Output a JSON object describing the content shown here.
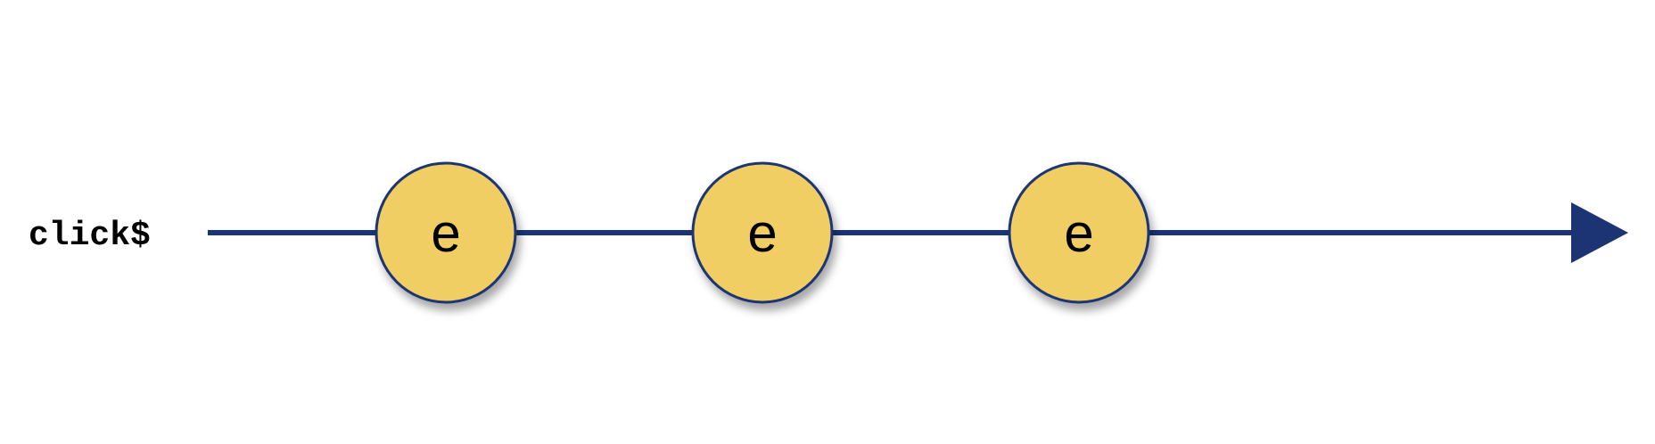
{
  "stream": {
    "label": "click$",
    "events": [
      {
        "label": "e"
      },
      {
        "label": "e"
      },
      {
        "label": "e"
      }
    ]
  },
  "colors": {
    "timeline": "#1c3474",
    "marble_fill": "#f0ce63",
    "marble_stroke": "#1c3474",
    "text": "#000000",
    "background": "#ffffff"
  }
}
